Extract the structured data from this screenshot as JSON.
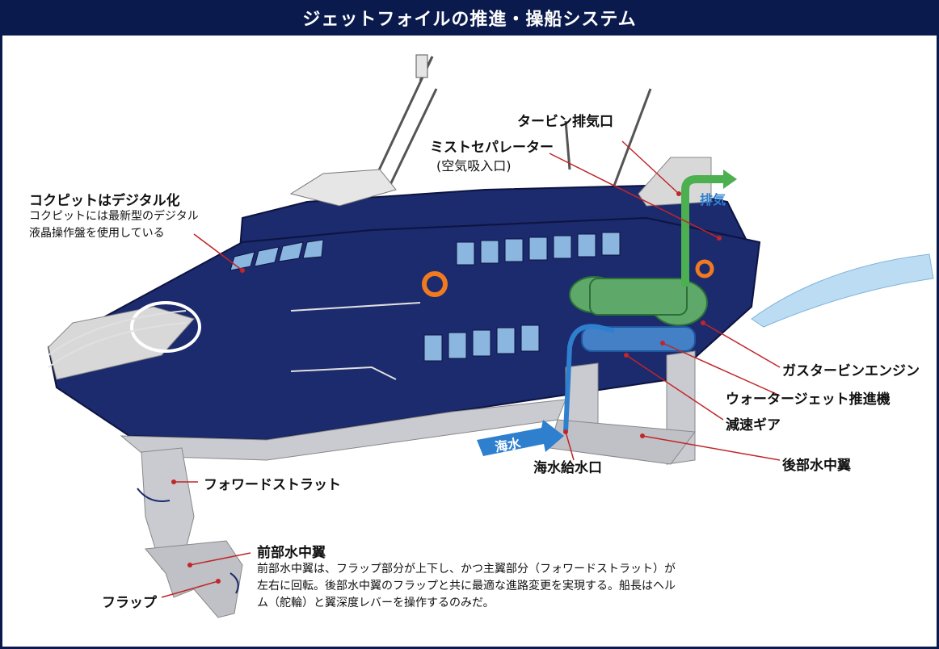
{
  "title": "ジェットフォイルの推進・操船システム",
  "labels": {
    "turbine_exhaust": "タービン排気口",
    "mist_separator": "ミストセパレーター",
    "mist_separator_sub": "(空気吸入口)",
    "exhaust": "排気",
    "cockpit_title": "コクピットはデジタル化",
    "cockpit_line1": "コクピットには最新型のデジタル",
    "cockpit_line2": "液晶操作盤を使用している",
    "gas_turbine": "ガスタービンエンジン",
    "waterjet": "ウォータージェット推進機",
    "reduction_gear": "減速ギア",
    "seawater": "海水",
    "seawater_intake": "海水給水口",
    "rear_foil": "後部水中翼",
    "forward_strut": "フォワードストラット",
    "front_foil_title": "前部水中翼",
    "front_foil_line1": "前部水中翼は、フラップ部分が上下し、かつ主翼部分（フォワードストラット）が",
    "front_foil_line2": "左右に回転。後部水中翼のフラップと共に最適な進路変更を実現する。船長はヘル",
    "front_foil_line3": "ム（舵輪）と翼深度レバーを操作するのみだ。",
    "flap": "フラップ"
  },
  "colors": {
    "navy": "#0a1a4d",
    "hull": "#1c2a6e",
    "leader": "#c0262a",
    "exhaust_green": "#4caf50",
    "water_blue": "#2f7fcf",
    "strut_gray": "#c9cbd0"
  }
}
